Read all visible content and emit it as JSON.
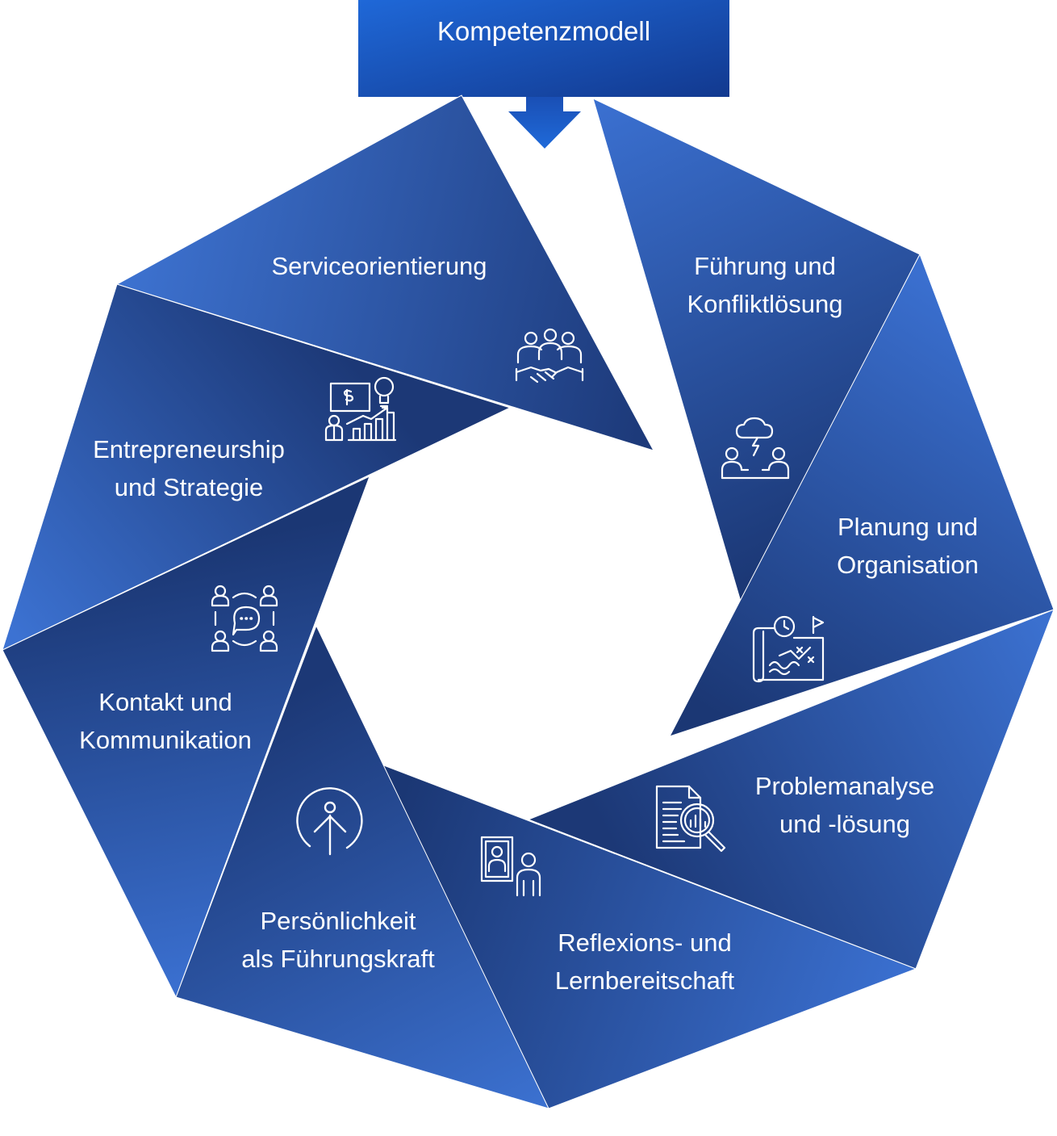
{
  "title": "Kompetenzmodell",
  "segments": [
    {
      "id": "serviceorientierung",
      "lines": [
        "Serviceorientierung"
      ],
      "icon": "handshake-team-icon"
    },
    {
      "id": "fuehrung",
      "lines": [
        "Führung und",
        "Konfliktlösung"
      ],
      "icon": "conflict-storm-icon"
    },
    {
      "id": "planung",
      "lines": [
        "Planung und",
        "Organisation"
      ],
      "icon": "planning-map-clock-icon"
    },
    {
      "id": "problemanalyse",
      "lines": [
        "Problemanalyse",
        "und -lösung"
      ],
      "icon": "document-analysis-icon"
    },
    {
      "id": "reflexion",
      "lines": [
        "Reflexions- und",
        "Lernbereitschaft"
      ],
      "icon": "mirror-person-icon"
    },
    {
      "id": "persoenlichkeit",
      "lines": [
        "Persönlichkeit",
        "als Führungskraft"
      ],
      "icon": "person-growth-icon"
    },
    {
      "id": "kontakt",
      "lines": [
        "Kontakt und",
        "Kommunikation"
      ],
      "icon": "group-communication-icon"
    },
    {
      "id": "entrepreneurship",
      "lines": [
        "Entrepreneurship",
        "und Strategie"
      ],
      "icon": "strategy-presentation-icon"
    }
  ],
  "colors": {
    "light": "#3a6fcf",
    "dark": "#1d3a78",
    "title_light": "#1f68d8",
    "title_dark": "#12398f",
    "stroke": "#ffffff"
  }
}
